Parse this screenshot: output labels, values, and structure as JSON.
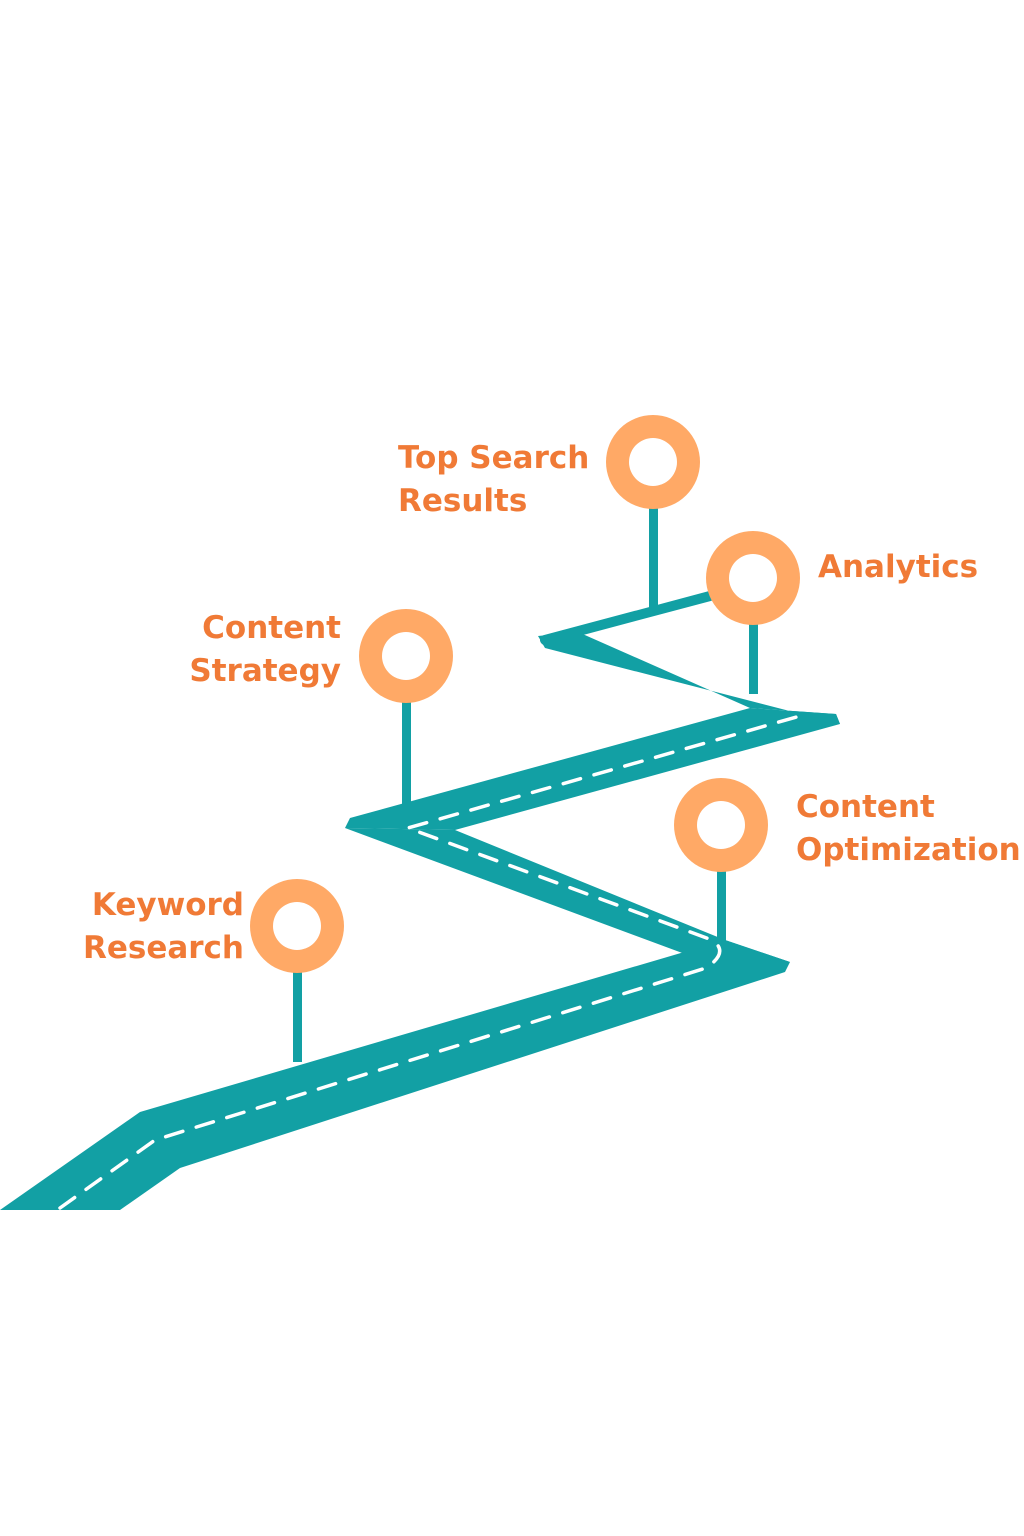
{
  "colors": {
    "road": "#12A0A4",
    "dash": "#ffffff",
    "marker": "#FFA966",
    "label": "#F07A36",
    "background": "#ffffff"
  },
  "milestones": [
    {
      "id": "keyword-research",
      "lines": [
        "Keyword",
        "Research"
      ],
      "order": 1
    },
    {
      "id": "content-optimization",
      "lines": [
        "Content",
        "Optimization"
      ],
      "order": 2
    },
    {
      "id": "content-strategy",
      "lines": [
        "Content",
        "Strategy"
      ],
      "order": 3
    },
    {
      "id": "analytics",
      "lines": [
        "Analytics"
      ],
      "order": 4
    },
    {
      "id": "top-search-results",
      "lines": [
        "Top Search",
        "Results"
      ],
      "order": 5
    }
  ]
}
